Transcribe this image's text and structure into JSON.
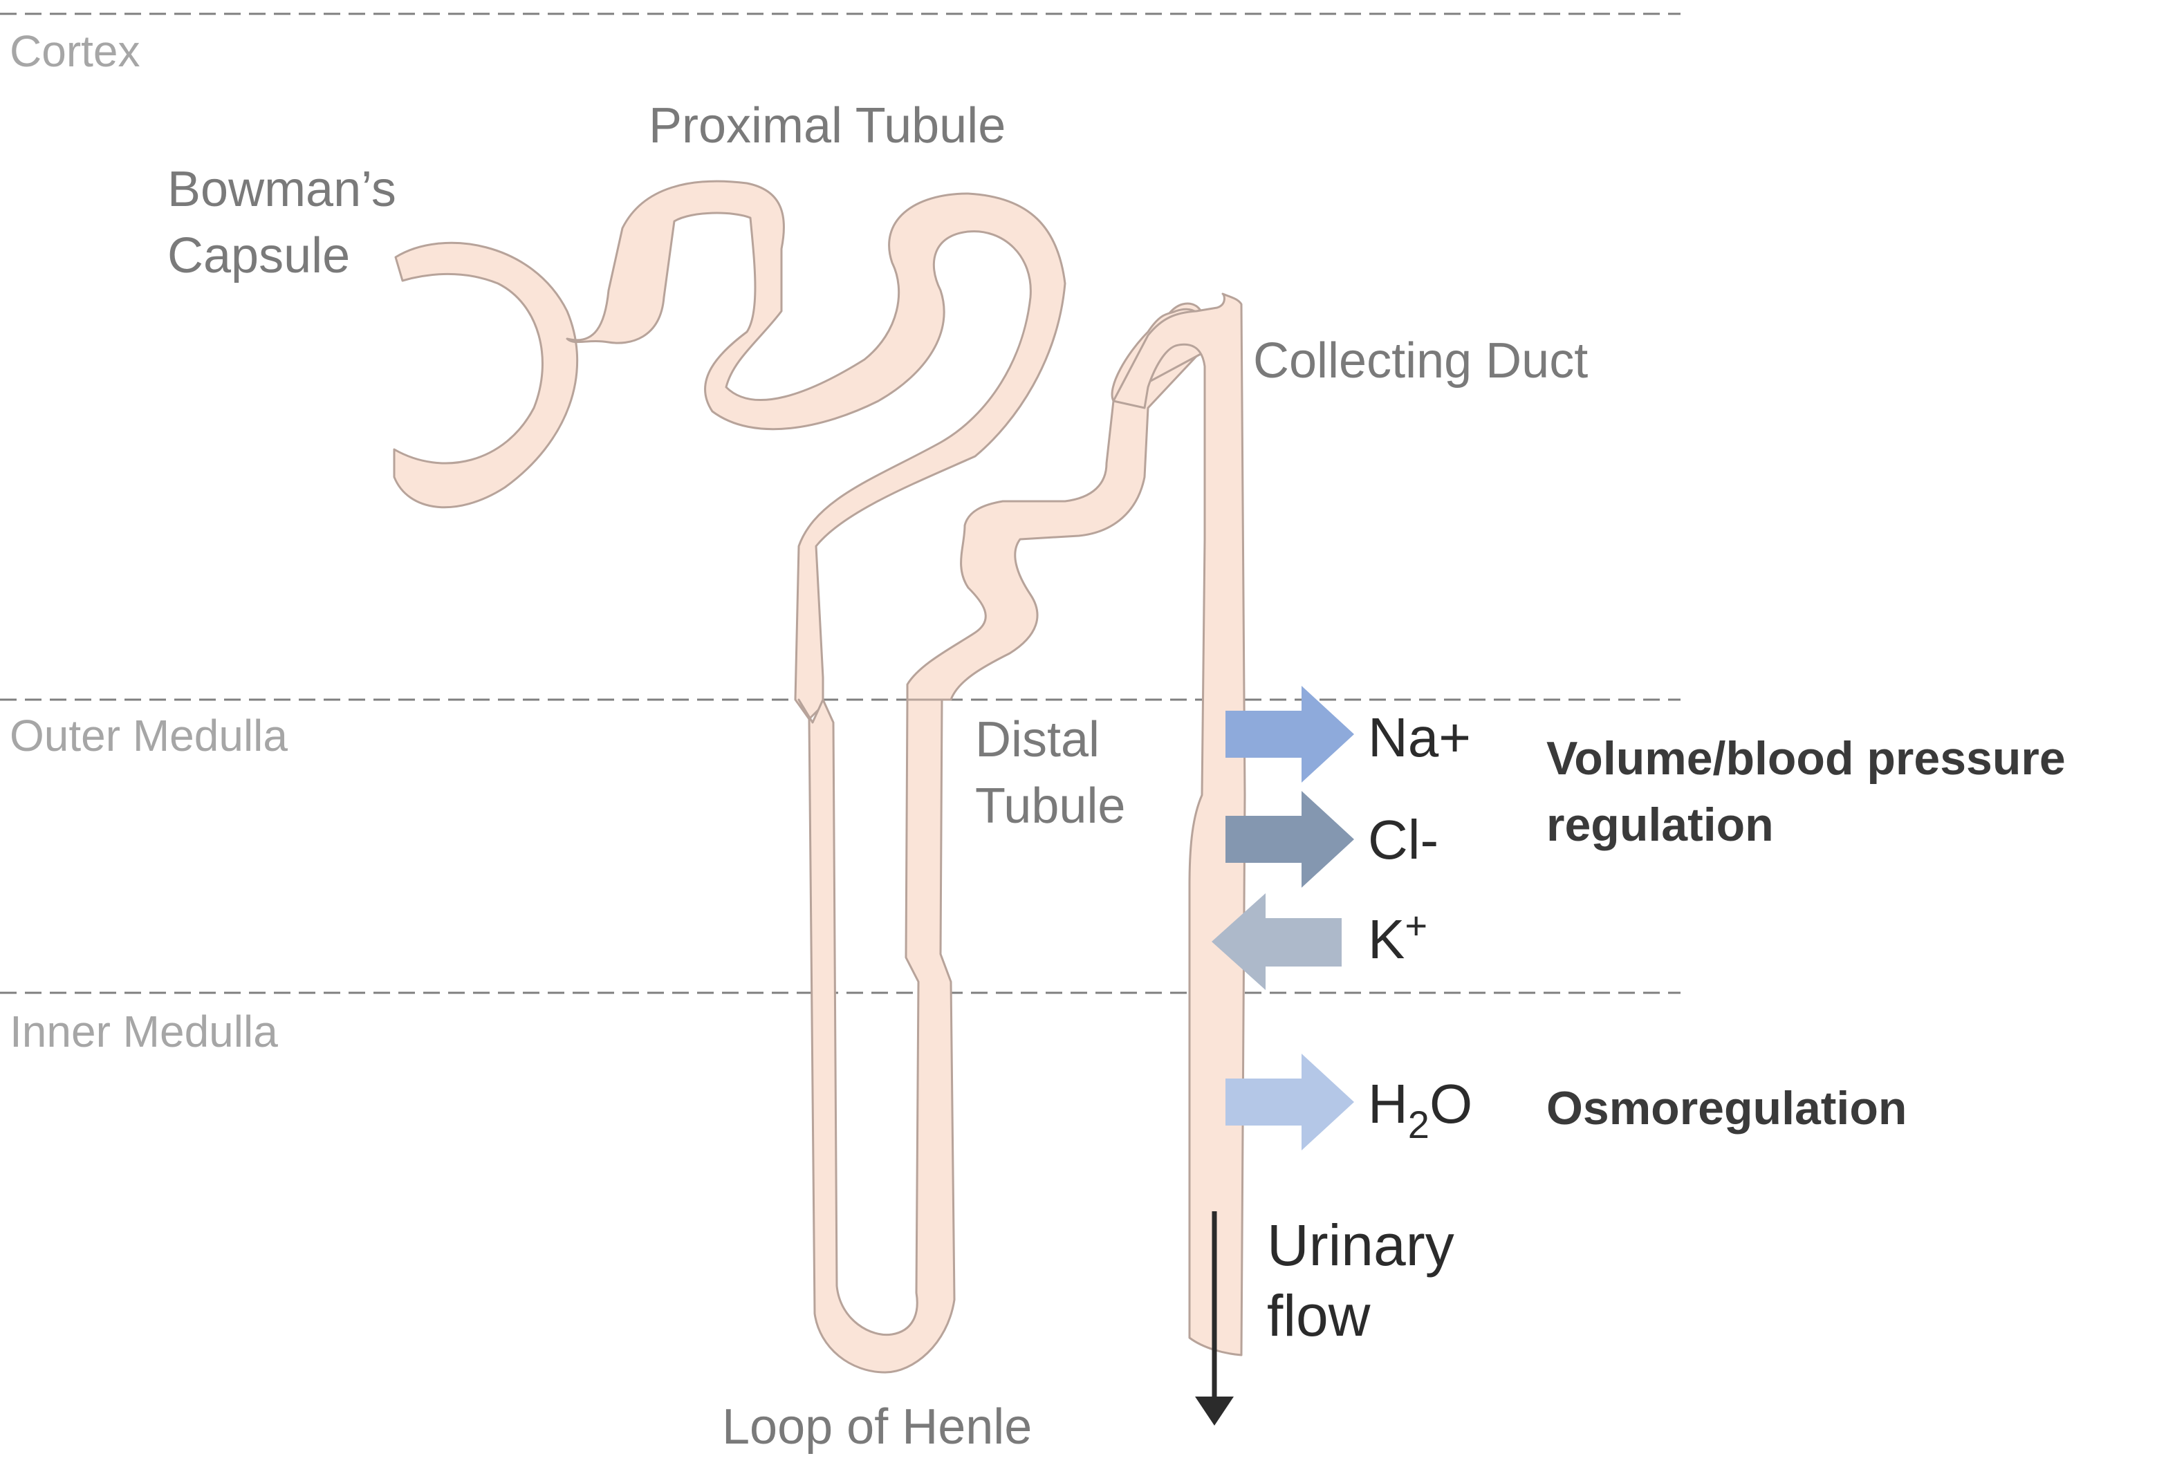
{
  "zones": {
    "cortex": "Cortex",
    "outer_medulla": "Outer Medulla",
    "inner_medulla": "Inner Medulla"
  },
  "parts": {
    "bowmans_line1": "Bowman’s",
    "bowmans_line2": "Capsule",
    "proximal": "Proximal Tubule",
    "collecting": "Collecting Duct",
    "distal_line1": "Distal",
    "distal_line2": "Tubule",
    "loop": "Loop of Henle"
  },
  "ions": {
    "na": "Na+",
    "cl": "Cl-",
    "k_base": "K",
    "k_sup": "+",
    "h2o_h": "H",
    "h2o_sub": "2",
    "h2o_o": "O"
  },
  "ion_directions": {
    "na": "out",
    "cl": "out",
    "k": "in",
    "h2o": "out"
  },
  "functions": {
    "volume_line1": "Volume/blood pressure",
    "volume_line2": "regulation",
    "osmo": "Osmoregulation"
  },
  "flow": {
    "line1": "Urinary",
    "line2": "flow"
  },
  "colors": {
    "na_arrow": "#8eaadb",
    "cl_arrow": "#8497b0",
    "k_arrow": "#adb9ca",
    "h2o_arrow": "#b4c7e7",
    "tubule_fill": "#fae4d8",
    "tubule_stroke": "#b7a39a"
  }
}
